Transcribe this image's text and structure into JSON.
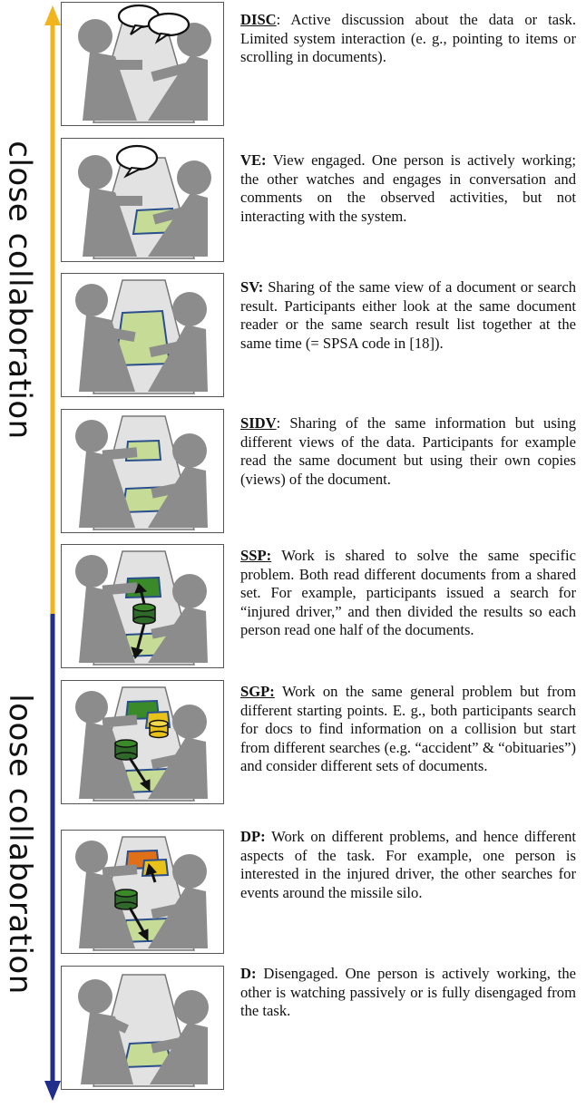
{
  "axis": {
    "top_label": "close collaboration",
    "bottom_label": "loose collaboration",
    "top_color": "#f0b41e",
    "bottom_color": "#1f2f8a"
  },
  "colors": {
    "figure": "#8c8c8c",
    "table": "#e2e2e2",
    "screen_fill": "#c6dc96",
    "screen_stroke": "#2b4f8c",
    "doc_green": "#3a8a2a",
    "doc_yellow": "#e8c21a",
    "doc_orange": "#e07018",
    "db_green": "#2f6a2a"
  },
  "codes": [
    {
      "code": "DISC",
      "text": ": Active discussion about the data or task. Limited system interaction (e. g., pointing to items or scrolling in documents)."
    },
    {
      "code": "VE:",
      "text": " View engaged. One person is actively working; the other watches and engages in conversation and comments on the observed activities, but not interacting with the system."
    },
    {
      "code": "SV:",
      "text": " Sharing of the same view of a document or search result. Participants either look at the same document reader or the same search result list together at the same time (= SPSA code in [18])."
    },
    {
      "code": "SIDV",
      "text": ": Sharing of the same information but using different views of the data. Participants for example read the same document but using their own copies (views) of the document."
    },
    {
      "code": "SSP:",
      "text": " Work is shared to solve the same specific problem. Both read different documents from a shared set. For example, participants issued a search for “injured driver,” and then divided the results so each person read one half of the documents."
    },
    {
      "code": "SGP:",
      "text": " Work on the same general problem but from different starting points. E. g., both participants search for docs to find information on a collision but start from different searches (e.g. “accident” & “obituaries”) and consider different sets of documents."
    },
    {
      "code": "DP:",
      "text": " Work on different problems, and hence different aspects of the task. For example, one person is interested in the injured driver, the other searches for events around the missile silo."
    },
    {
      "code": "D:",
      "text": " Disengaged. One person is actively working, the other is watching passively or is fully disengaged from the task."
    }
  ]
}
